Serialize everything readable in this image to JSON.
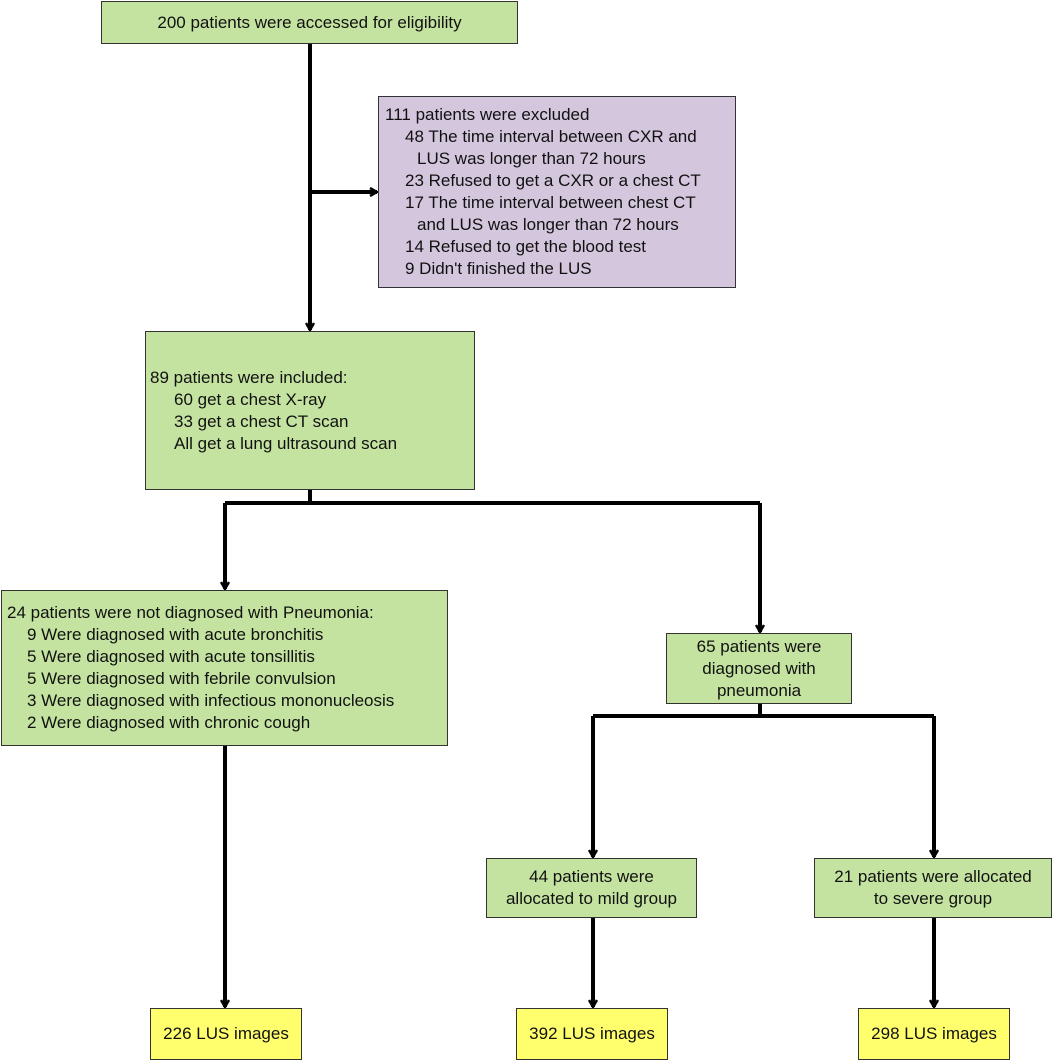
{
  "box_eligibility": {
    "text": "200 patients were accessed for eligibility"
  },
  "box_excluded": {
    "lines": [
      "111 patients were excluded",
      "48 The time interval between CXR and",
      "LUS was longer than 72 hours",
      "23 Refused to get a CXR or a chest CT",
      "17 The time interval between chest CT",
      "and LUS was longer than 72 hours",
      "14 Refused to get the blood test",
      "9 Didn't finished the LUS"
    ]
  },
  "box_included": {
    "lines": [
      "89 patients were included:",
      "60 get a chest X-ray",
      "33 get a chest CT scan",
      "All get a lung ultrasound scan"
    ]
  },
  "box_not_pneumonia": {
    "lines": [
      "24 patients were not diagnosed with Pneumonia:",
      "9 Were diagnosed with acute bronchitis",
      "5 Were diagnosed with acute tonsillitis",
      "5 Were diagnosed with febrile convulsion",
      "3 Were diagnosed with infectious mononucleosis",
      "2 Were diagnosed with chronic cough"
    ]
  },
  "box_pneumonia": {
    "lines": [
      "65 patients were",
      "diagnosed with",
      "pneumonia"
    ]
  },
  "box_mild": {
    "lines": [
      "44 patients were",
      "allocated to mild group"
    ]
  },
  "box_severe": {
    "lines": [
      "21 patients were allocated",
      "to severe group"
    ]
  },
  "box_lus_226": {
    "text": "226 LUS images"
  },
  "box_lus_392": {
    "text": "392 LUS images"
  },
  "box_lus_298": {
    "text": "298 LUS images"
  },
  "colors": {
    "green": "#c5e3a0",
    "purple": "#d3c6dd",
    "yellow": "#ffff6e",
    "line": "#000000"
  }
}
